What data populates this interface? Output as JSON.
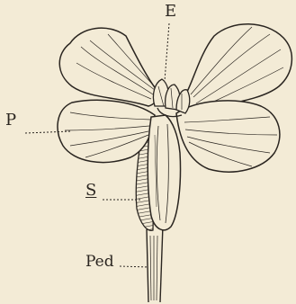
{
  "labels": {
    "stamen": "E",
    "petal": "P",
    "sepal": "S",
    "pedicel": "Ped"
  }
}
